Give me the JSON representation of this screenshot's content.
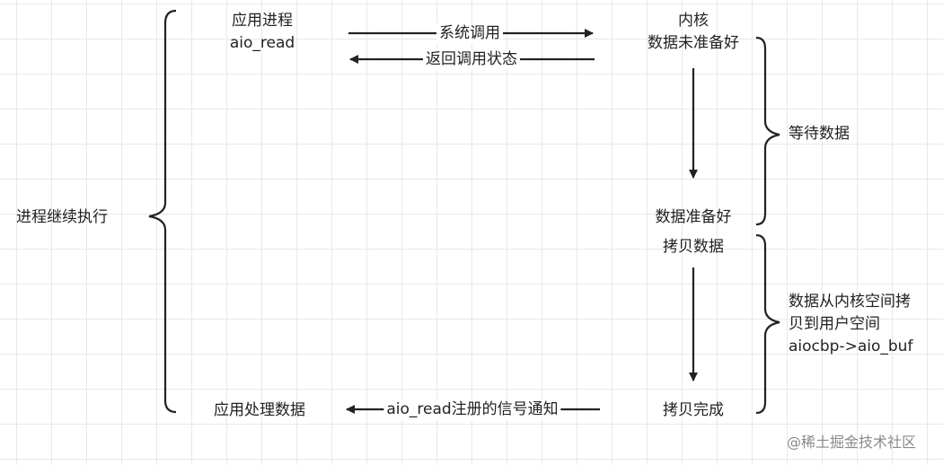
{
  "process": {
    "app_process": "应用进程",
    "aio_read": "aio_read",
    "continue_execution": "进程继续执行",
    "app_handle_data": "应用处理数据"
  },
  "calls": {
    "system_call": "系统调用",
    "return_call_status": "返回调用状态",
    "signal_notify": "aio_read注册的信号通知"
  },
  "kernel": {
    "kernel": "内核",
    "data_not_ready": "数据未准备好",
    "data_ready": "数据准备好",
    "copy_data": "拷贝数据",
    "copy_done": "拷贝完成"
  },
  "phases": {
    "wait_data": "等待数据",
    "copy_line1": "数据从内核空间拷",
    "copy_line2": "贝到用户空间",
    "copy_line3": "aiocbp->aio_buf"
  },
  "watermark": "@稀土掘金技术社区"
}
